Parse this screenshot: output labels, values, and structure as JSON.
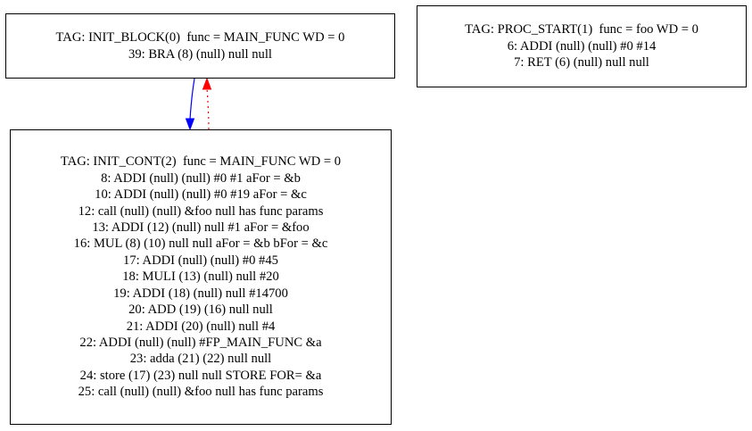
{
  "diagram": {
    "nodes": [
      {
        "id": "init_block",
        "lines": [
          "TAG: INIT_BLOCK(0)  func = MAIN_FUNC WD = 0",
          "39: BRA (8) (null) null null"
        ]
      },
      {
        "id": "proc_start",
        "lines": [
          "TAG: PROC_START(1)  func = foo WD = 0",
          "6: ADDI (null) (null) #0 #14",
          "7: RET (6) (null) null null"
        ]
      },
      {
        "id": "init_cont",
        "lines": [
          "TAG: INIT_CONT(2)  func = MAIN_FUNC WD = 0",
          "8: ADDI (null) (null) #0 #1 aFor = &b",
          "10: ADDI (null) (null) #0 #19 aFor = &c",
          "12: call (null) (null) &foo null has func params",
          "13: ADDI (12) (null) null #1 aFor = &foo",
          "16: MUL (8) (10) null null aFor = &b bFor = &c",
          "17: ADDI (null) (null) #0 #45",
          "18: MULI (13) (null) null #20",
          "19: ADDI (18) (null) null #14700",
          "20: ADD (19) (16) null null",
          "21: ADDI (20) (null) null #4",
          "22: ADDI (null) (null) #FP_MAIN_FUNC &a",
          "23: adda (21) (22) null null",
          "24: store (17) (23) null null STORE FOR= &a",
          "25: call (null) (null) &foo null has func params"
        ]
      }
    ],
    "edges": [
      {
        "from": "init_block",
        "to": "init_cont",
        "style": "solid",
        "color": "#0000ff"
      },
      {
        "from": "init_cont",
        "to": "init_block",
        "style": "dotted",
        "color": "#ff0000"
      }
    ]
  }
}
